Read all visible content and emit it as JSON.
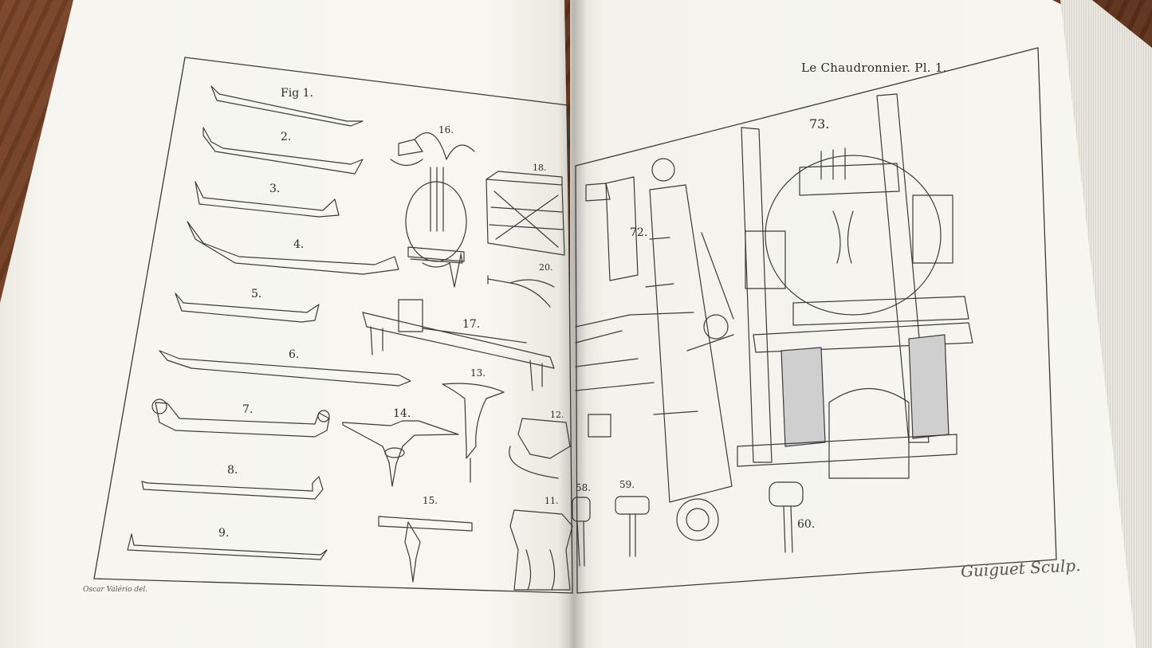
{
  "plate": {
    "header": "Le Chaudronnier. Pl. 1.",
    "credit_left": "Oscar Valério del.",
    "credit_right": "Guiguet Sculp."
  },
  "figures": [
    {
      "id": "fig1",
      "label": "Fig 1."
    },
    {
      "id": "fig2",
      "label": "2."
    },
    {
      "id": "fig3",
      "label": "3."
    },
    {
      "id": "fig4",
      "label": "4."
    },
    {
      "id": "fig5",
      "label": "5."
    },
    {
      "id": "fig6",
      "label": "6."
    },
    {
      "id": "fig7",
      "label": "7."
    },
    {
      "id": "fig8",
      "label": "8."
    },
    {
      "id": "fig9",
      "label": "9."
    },
    {
      "id": "fig11",
      "label": "11."
    },
    {
      "id": "fig12",
      "label": "12."
    },
    {
      "id": "fig13",
      "label": "13."
    },
    {
      "id": "fig14",
      "label": "14."
    },
    {
      "id": "fig15",
      "label": "15."
    },
    {
      "id": "fig16",
      "label": "16."
    },
    {
      "id": "fig17",
      "label": "17."
    },
    {
      "id": "fig18",
      "label": "18."
    },
    {
      "id": "fig20",
      "label": "20."
    },
    {
      "id": "fig58",
      "label": "58."
    },
    {
      "id": "fig59",
      "label": "59."
    },
    {
      "id": "fig60",
      "label": "60."
    },
    {
      "id": "fig72",
      "label": "72."
    },
    {
      "id": "fig73",
      "label": "73."
    }
  ],
  "colors": {
    "ink": "#2b2b2b",
    "paper": "#f5f4ee",
    "table": "#6b3b22"
  }
}
